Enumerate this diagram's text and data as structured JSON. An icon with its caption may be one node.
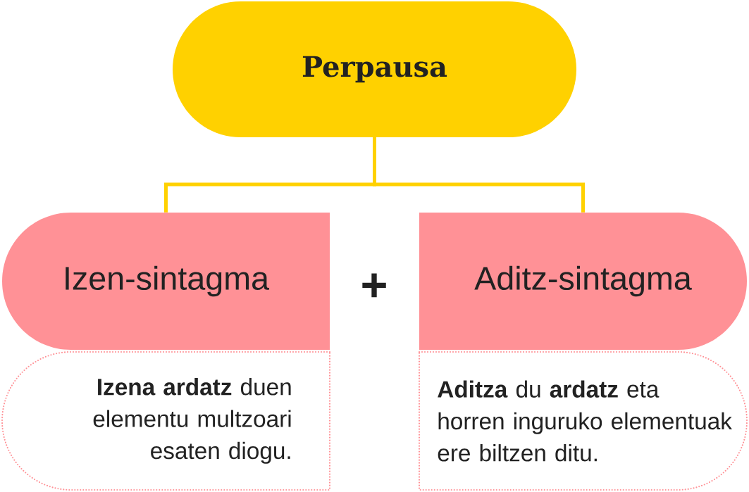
{
  "diagram": {
    "nodes": [
      {
        "text": [
          "Perpausa"
        ]
      },
      {
        "text": [
          "Izen-sintagma"
        ]
      },
      {
        "text": [
          "Aditz-sintagma"
        ]
      },
      {
        "text": [
          "**Izena ardatz** duen elementu multzoari esaten diogu."
        ]
      },
      {
        "text": [
          "**Aditza** du **ardatz** eta horren inguruko elementuak ere biltzen ditu."
        ]
      }
    ],
    "edges": [
      {
        "from": 0,
        "to": 1,
        "arrow": "none"
      },
      {
        "from": 0,
        "to": 2,
        "arrow": "none"
      }
    ],
    "labels": [
      "+"
    ]
  }
}
